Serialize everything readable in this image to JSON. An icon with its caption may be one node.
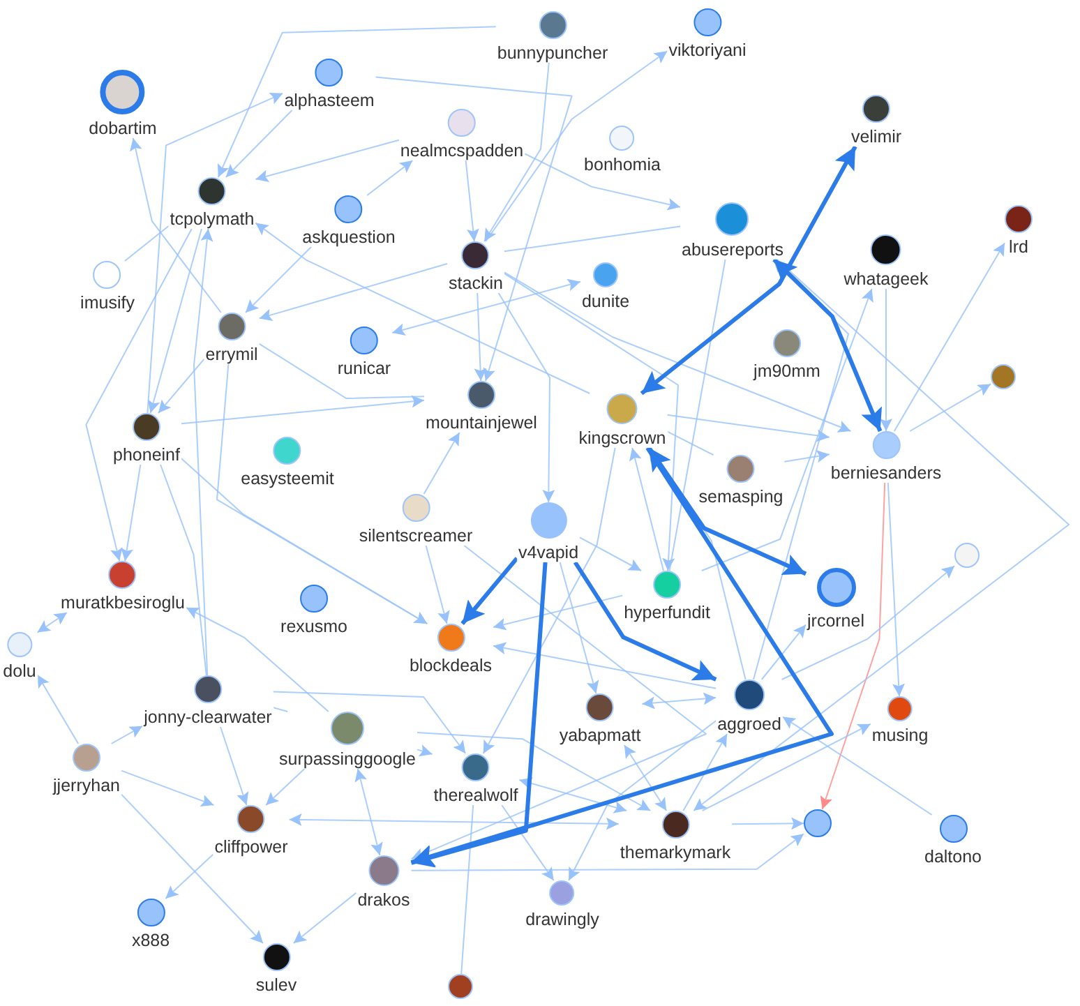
{
  "diagram": {
    "nodes": [
      {
        "text": [
          "dobartim"
        ]
      },
      {
        "text": [
          "alphasteem"
        ]
      },
      {
        "text": [
          "bunnypuncher"
        ]
      },
      {
        "text": [
          "viktoriyani"
        ]
      },
      {
        "text": [
          "nealmcspadden"
        ]
      },
      {
        "text": [
          "bonhomia"
        ]
      },
      {
        "text": [
          "tcpolymath"
        ]
      },
      {
        "text": [
          "askquestion"
        ]
      },
      {
        "text": [
          "velimir"
        ]
      },
      {
        "text": [
          "abusereports"
        ]
      },
      {
        "text": [
          "whatageek"
        ]
      },
      {
        "text": [
          "lrd"
        ]
      },
      {
        "text": [
          "imusify"
        ]
      },
      {
        "text": [
          "stackin"
        ]
      },
      {
        "text": [
          "dunite"
        ]
      },
      {
        "text": [
          "errymil"
        ]
      },
      {
        "text": [
          "runicar"
        ]
      },
      {
        "text": [
          "jm90mm"
        ]
      },
      {
        "text": [],
        "shape": "circle"
      },
      {
        "text": [
          "mountainjewel"
        ]
      },
      {
        "text": [
          "kingscrown"
        ]
      },
      {
        "text": [
          "phoneinf"
        ]
      },
      {
        "text": [
          "easysteemit"
        ]
      },
      {
        "text": [
          "berniesanders"
        ]
      },
      {
        "text": [
          "semasping"
        ]
      },
      {
        "text": [
          "silentscreamer"
        ]
      },
      {
        "text": [
          "v4vapid"
        ]
      },
      {
        "text": [
          "jrcornel"
        ]
      },
      {
        "text": [],
        "shape": "circle"
      },
      {
        "text": [
          "hyperfundit"
        ]
      },
      {
        "text": [
          "muratkbesiroglu"
        ]
      },
      {
        "text": [
          "rexusmo"
        ]
      },
      {
        "text": [
          "dolu"
        ]
      },
      {
        "text": [
          "blockdeals"
        ]
      },
      {
        "text": [
          "jonny-clearwater"
        ]
      },
      {
        "text": [
          "yabapmatt"
        ]
      },
      {
        "text": [
          "aggroed"
        ]
      },
      {
        "text": [
          "musing"
        ]
      },
      {
        "text": [
          "surpassinggoogle"
        ]
      },
      {
        "text": [
          "therealwolf"
        ]
      },
      {
        "text": [
          "jjerryhan"
        ]
      },
      {
        "text": [
          "cliffpower"
        ]
      },
      {
        "text": [
          "themarkymark"
        ]
      },
      {
        "text": [],
        "shape": "circle"
      },
      {
        "text": [
          "daltono"
        ]
      },
      {
        "text": [
          "drakos"
        ]
      },
      {
        "text": [
          "drawingly"
        ]
      },
      {
        "text": [
          "x888"
        ]
      },
      {
        "text": [
          "sulev"
        ]
      },
      {
        "text": [],
        "shape": "circle"
      }
    ],
    "edges": [
      {
        "from": 15,
        "to": 0,
        "arrow": "to"
      },
      {
        "from": 12,
        "to": 6,
        "arrow": "none"
      },
      {
        "from": 1,
        "to": 6,
        "arrow": "to"
      },
      {
        "from": 2,
        "to": 6,
        "arrow": "to"
      },
      {
        "from": 4,
        "to": 6,
        "arrow": "to"
      },
      {
        "from": 20,
        "to": 6,
        "arrow": "to"
      },
      {
        "from": 34,
        "to": 6,
        "arrow": "to"
      },
      {
        "from": 6,
        "to": 21,
        "arrow": "to"
      },
      {
        "from": 21,
        "to": 1,
        "arrow": "to"
      },
      {
        "from": 15,
        "to": 21,
        "arrow": "to"
      },
      {
        "from": 7,
        "to": 15,
        "arrow": "to"
      },
      {
        "from": 13,
        "to": 15,
        "arrow": "to"
      },
      {
        "from": 21,
        "to": 30,
        "arrow": "to"
      },
      {
        "from": 6,
        "to": 30,
        "arrow": "to"
      },
      {
        "from": 30,
        "to": 32,
        "arrow": "both"
      },
      {
        "from": 40,
        "to": 32,
        "arrow": "to"
      },
      {
        "from": 40,
        "to": 34,
        "arrow": "to"
      },
      {
        "from": 40,
        "to": 41,
        "arrow": "to"
      },
      {
        "from": 40,
        "to": 48,
        "arrow": "to"
      },
      {
        "from": 34,
        "to": 41,
        "arrow": "to"
      },
      {
        "from": 21,
        "to": 34,
        "arrow": "none"
      },
      {
        "from": 38,
        "to": 30,
        "arrow": "to"
      },
      {
        "from": 41,
        "to": 47,
        "arrow": "to"
      },
      {
        "from": 45,
        "to": 48,
        "arrow": "to"
      },
      {
        "from": 38,
        "to": 45,
        "arrow": "both"
      },
      {
        "from": 38,
        "to": 41,
        "arrow": "to"
      },
      {
        "from": 41,
        "to": 42,
        "arrow": "both"
      },
      {
        "from": 34,
        "to": 39,
        "arrow": "to"
      },
      {
        "from": 34,
        "to": 38,
        "arrow": "none"
      },
      {
        "from": 38,
        "to": 39,
        "arrow": "to"
      },
      {
        "from": 38,
        "to": 42,
        "arrow": "to"
      },
      {
        "from": 26,
        "to": 33,
        "arrow": "to",
        "style": "thick",
        "color": "#2b7ce9"
      },
      {
        "from": 26,
        "to": 45,
        "arrow": "to",
        "style": "thick",
        "color": "#2b7ce9"
      },
      {
        "from": 26,
        "to": 35,
        "arrow": "to"
      },
      {
        "from": 26,
        "to": 36,
        "arrow": "to",
        "style": "thick",
        "color": "#2b7ce9"
      },
      {
        "from": 26,
        "to": 29,
        "arrow": "to"
      },
      {
        "from": 13,
        "to": 26,
        "arrow": "to"
      },
      {
        "from": 13,
        "to": 19,
        "arrow": "to"
      },
      {
        "from": 2,
        "to": 13,
        "arrow": "to"
      },
      {
        "from": 4,
        "to": 13,
        "arrow": "to"
      },
      {
        "from": 7,
        "to": 4,
        "arrow": "to"
      },
      {
        "from": 13,
        "to": 9,
        "arrow": "none"
      },
      {
        "from": 13,
        "to": 23,
        "arrow": "to"
      },
      {
        "from": 13,
        "to": 3,
        "arrow": "to"
      },
      {
        "from": 14,
        "to": 16,
        "arrow": "both"
      },
      {
        "from": 20,
        "to": 8,
        "arrow": "both",
        "style": "thick",
        "color": "#2b7ce9"
      },
      {
        "from": 20,
        "to": 45,
        "arrow": "to",
        "style": "thick",
        "color": "#2b7ce9"
      },
      {
        "from": 9,
        "to": 23,
        "arrow": "both",
        "style": "thick",
        "color": "#2b7ce9"
      },
      {
        "from": 10,
        "to": 23,
        "arrow": "to"
      },
      {
        "from": 23,
        "to": 11,
        "arrow": "to"
      },
      {
        "from": 23,
        "to": 18,
        "arrow": "to"
      },
      {
        "from": 23,
        "to": 43,
        "arrow": "to",
        "color": "#ff8a8a"
      },
      {
        "from": 23,
        "to": 37,
        "arrow": "to"
      },
      {
        "from": 20,
        "to": 27,
        "arrow": "both",
        "style": "thick",
        "color": "#2b7ce9"
      },
      {
        "from": 36,
        "to": 27,
        "arrow": "to"
      },
      {
        "from": 36,
        "to": 28,
        "arrow": "to"
      },
      {
        "from": 36,
        "to": 9,
        "arrow": "to"
      },
      {
        "from": 36,
        "to": 20,
        "arrow": "to"
      },
      {
        "from": 35,
        "to": 36,
        "arrow": "both"
      },
      {
        "from": 36,
        "to": 46,
        "arrow": "to"
      },
      {
        "from": 42,
        "to": 36,
        "arrow": "to"
      },
      {
        "from": 44,
        "to": 36,
        "arrow": "to"
      },
      {
        "from": 35,
        "to": 42,
        "arrow": "both"
      },
      {
        "from": 39,
        "to": 46,
        "arrow": "to"
      },
      {
        "from": 39,
        "to": 42,
        "arrow": "both"
      },
      {
        "from": 42,
        "to": 43,
        "arrow": "to"
      },
      {
        "from": 45,
        "to": 43,
        "arrow": "to"
      },
      {
        "from": 42,
        "to": 37,
        "arrow": "to"
      },
      {
        "from": 29,
        "to": 20,
        "arrow": "to"
      },
      {
        "from": 24,
        "to": 20,
        "arrow": "none"
      },
      {
        "from": 24,
        "to": 23,
        "arrow": "to"
      },
      {
        "from": 20,
        "to": 23,
        "arrow": "to"
      },
      {
        "from": 21,
        "to": 19,
        "arrow": "to"
      },
      {
        "from": 21,
        "to": 33,
        "arrow": "to"
      },
      {
        "from": 25,
        "to": 33,
        "arrow": "to"
      },
      {
        "from": 25,
        "to": 19,
        "arrow": "to"
      },
      {
        "from": 25,
        "to": 45,
        "arrow": "to"
      },
      {
        "from": 15,
        "to": 33,
        "arrow": "to"
      },
      {
        "from": 15,
        "to": 19,
        "arrow": "none"
      },
      {
        "from": 49,
        "to": 39,
        "arrow": "none"
      },
      {
        "from": 29,
        "to": 33,
        "arrow": "to"
      },
      {
        "from": 9,
        "to": 42,
        "arrow": "to"
      },
      {
        "from": 9,
        "to": 29,
        "arrow": "none"
      },
      {
        "from": 13,
        "to": 29,
        "arrow": "to"
      },
      {
        "from": 4,
        "to": 9,
        "arrow": "to"
      },
      {
        "from": 1,
        "to": 19,
        "arrow": "to"
      },
      {
        "from": 29,
        "to": 10,
        "arrow": "to"
      },
      {
        "from": 20,
        "to": 39,
        "arrow": "to"
      },
      {
        "from": 36,
        "to": 33,
        "arrow": "to"
      }
    ]
  }
}
